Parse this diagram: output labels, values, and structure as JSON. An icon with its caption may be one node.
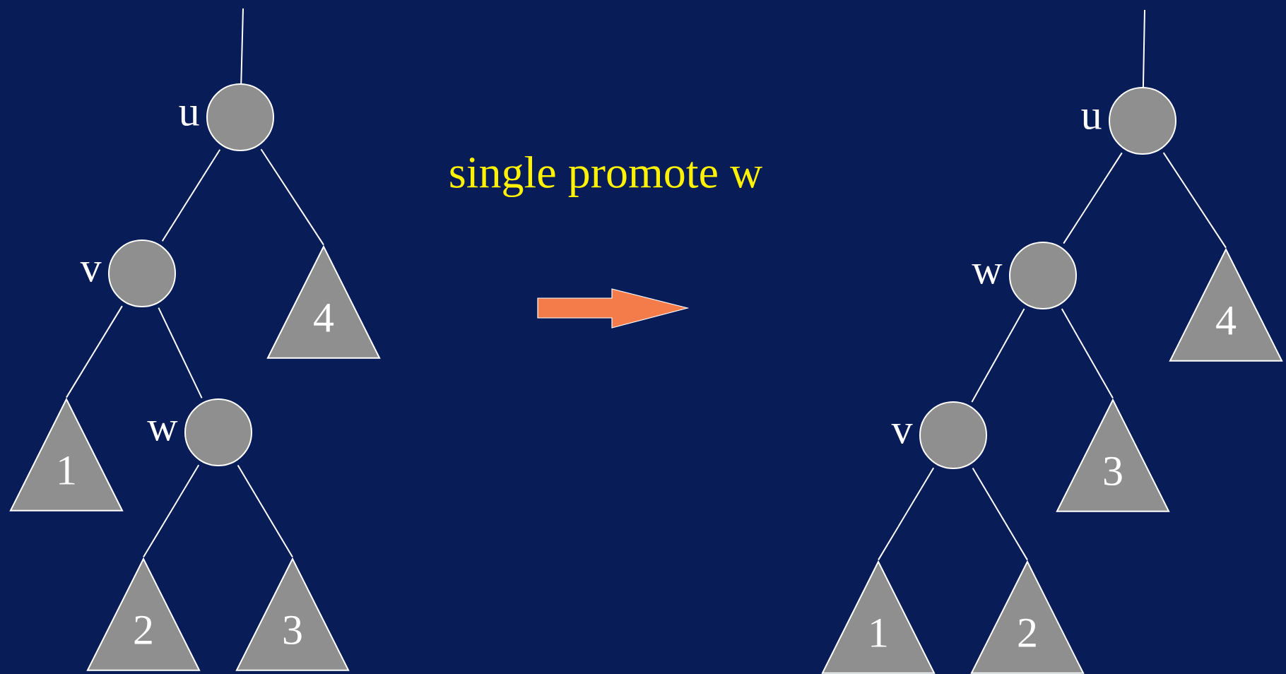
{
  "diagram": {
    "title": "single promote w",
    "nodes": [
      {
        "text": [],
        "shape": "circle",
        "beside": [
          "u"
        ]
      },
      {
        "text": [],
        "shape": "circle",
        "beside": [
          "v"
        ]
      },
      {
        "text": [
          "4"
        ]
      },
      {
        "text": [
          "1"
        ]
      },
      {
        "text": [],
        "shape": "circle",
        "beside": [
          "w"
        ]
      },
      {
        "text": [
          "2"
        ]
      },
      {
        "text": [
          "3"
        ]
      },
      {
        "text": [],
        "shape": "circle",
        "beside": [
          "u"
        ]
      },
      {
        "text": [],
        "shape": "circle",
        "beside": [
          "w"
        ]
      },
      {
        "text": [
          "4"
        ]
      },
      {
        "text": [],
        "shape": "circle",
        "beside": [
          "v"
        ]
      },
      {
        "text": [
          "3"
        ]
      },
      {
        "text": [
          "1"
        ]
      },
      {
        "text": [
          "2"
        ]
      }
    ],
    "edges": [
      {
        "from": null,
        "to": 0,
        "arrow": "none"
      },
      {
        "from": 0,
        "to": 1,
        "arrow": "none"
      },
      {
        "from": 0,
        "to": 2,
        "arrow": "none"
      },
      {
        "from": 1,
        "to": 3,
        "arrow": "none"
      },
      {
        "from": 1,
        "to": 4,
        "arrow": "none"
      },
      {
        "from": 4,
        "to": 5,
        "arrow": "none"
      },
      {
        "from": 4,
        "to": 6,
        "arrow": "none"
      },
      {
        "from": null,
        "to": 7,
        "arrow": "none"
      },
      {
        "from": 7,
        "to": 8,
        "arrow": "none"
      },
      {
        "from": 7,
        "to": 9,
        "arrow": "none"
      },
      {
        "from": 8,
        "to": 10,
        "arrow": "none"
      },
      {
        "from": 8,
        "to": 11,
        "arrow": "none"
      },
      {
        "from": 10,
        "to": 12,
        "arrow": "none"
      },
      {
        "from": 10,
        "to": 13,
        "arrow": "none"
      }
    ]
  }
}
